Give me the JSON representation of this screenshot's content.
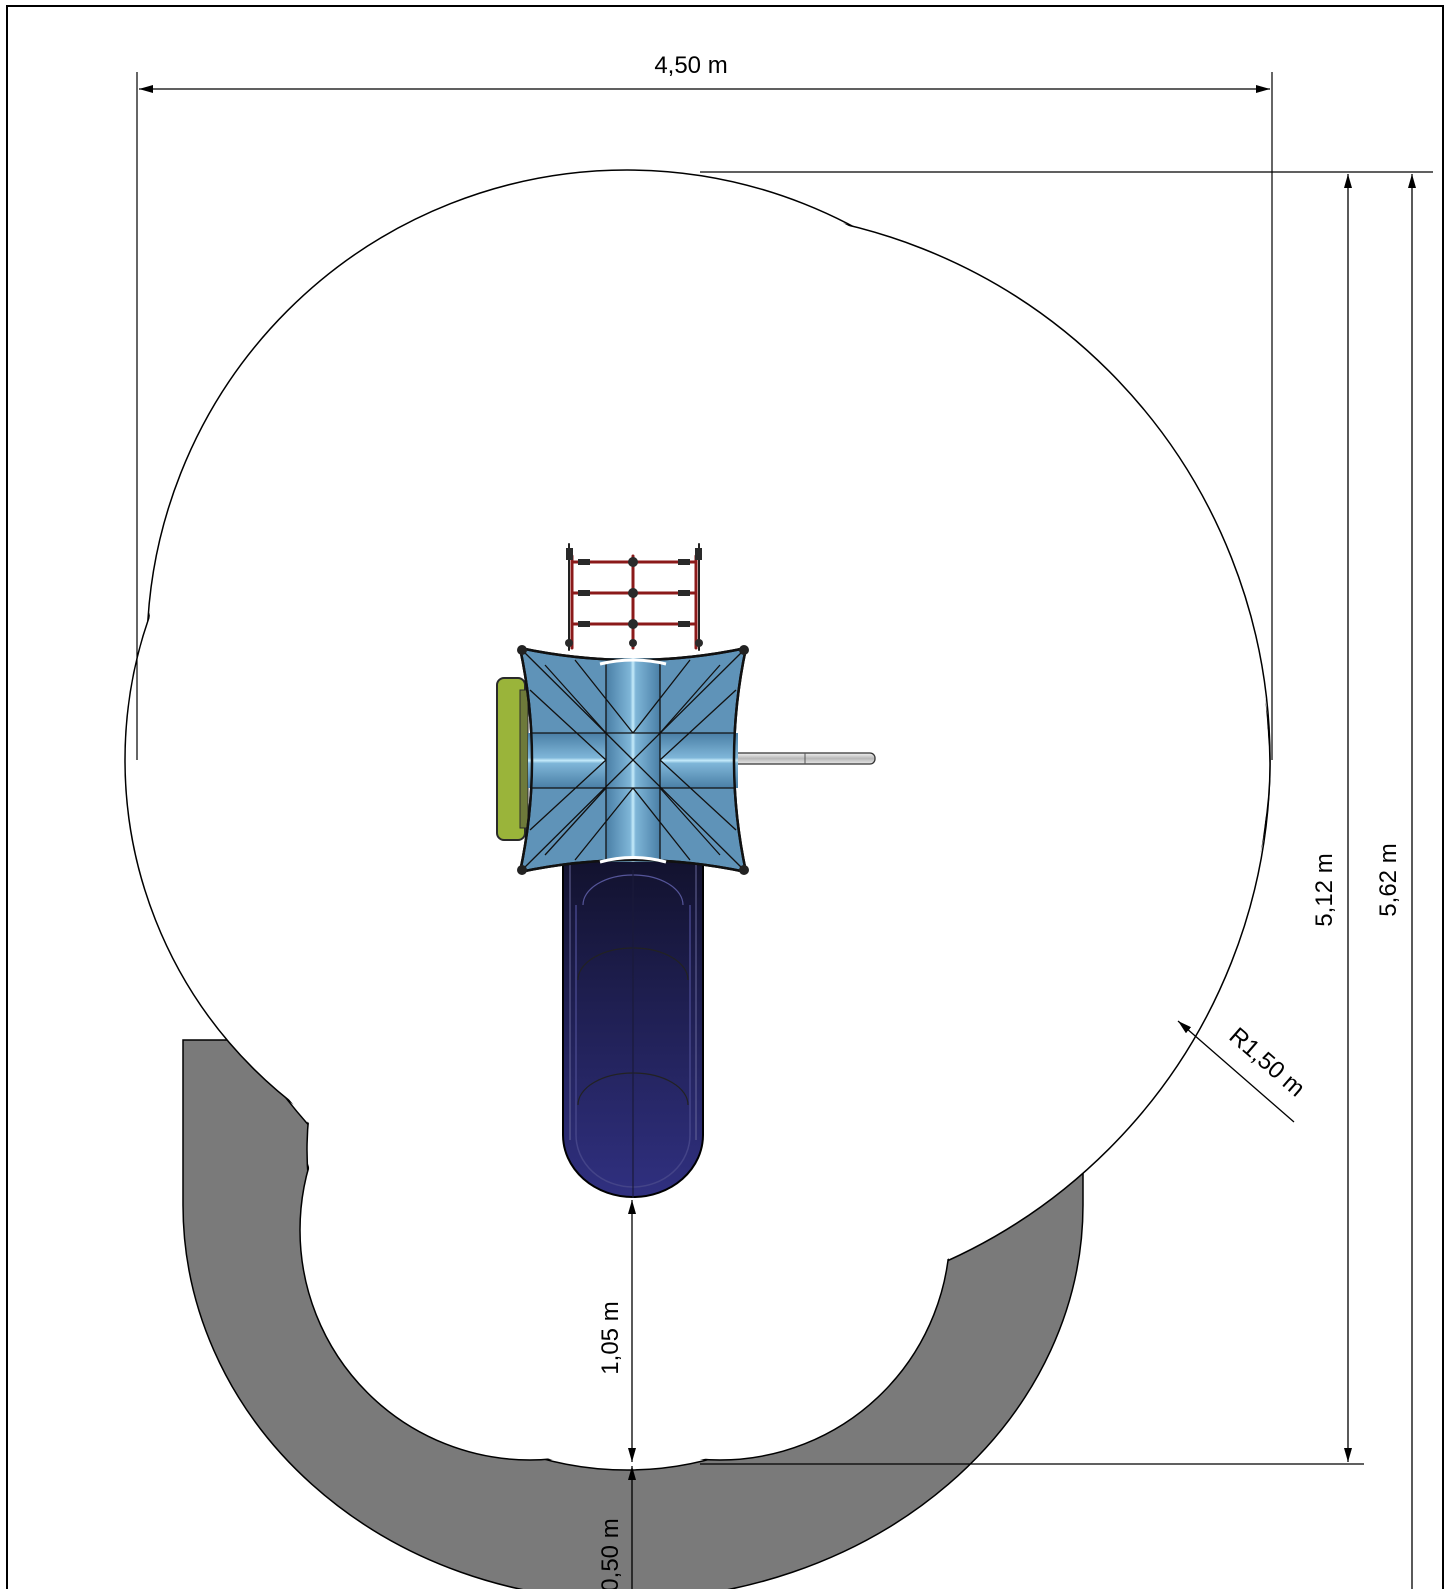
{
  "dimensions": {
    "overall_width": "4,50 m",
    "safety_zone_height": "5,12 m",
    "total_height": "5,62 m",
    "radius": "R1,50 m",
    "slide_exit_clearance": "1,05 m",
    "slide_runout_extension": "0,50 m"
  },
  "colors": {
    "frame": "#000000",
    "safety_zone_fill": "#ffffff",
    "slide_runout_fill": "#7a7a7a",
    "roof": "#6a9ec2",
    "roof_highlight": "#9fd6f2",
    "slide": "#1e1e5e",
    "climbing_net": "#8b1a1a",
    "side_panel": "#9ab43a"
  },
  "components": [
    "climbing-net",
    "roof-tower",
    "slide",
    "side-panel",
    "handrail-bar"
  ]
}
